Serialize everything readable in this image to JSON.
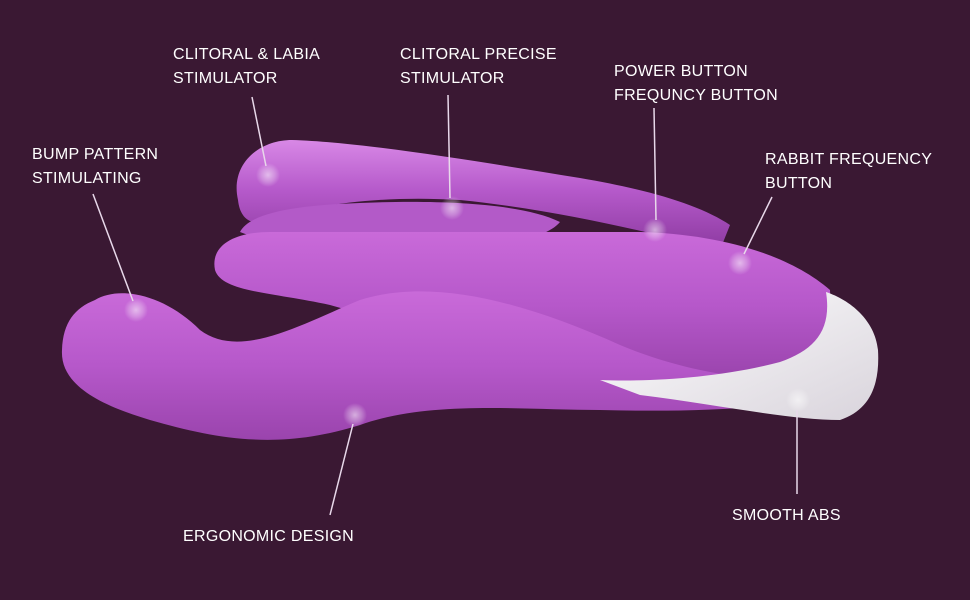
{
  "colors": {
    "background": "#3a1833",
    "product_purple": "#b85fcc",
    "product_highlight": "#d58be0",
    "base_white": "#ffffff",
    "label_text": "#ffffff",
    "pointer_line": "#e8d8ea"
  },
  "callouts": {
    "clitoral_labia": {
      "line1": "CLITORAL & LABIA",
      "line2": "STIMULATOR"
    },
    "clitoral_precise": {
      "line1": "CLITORAL PRECISE",
      "line2": "STIMULATOR"
    },
    "power_button": {
      "line1": "POWER BUTTON",
      "line2": "FREQUNCY BUTTON"
    },
    "bump_pattern": {
      "line1": "BUMP PATTERN",
      "line2": "STIMULATING"
    },
    "rabbit_frequency": {
      "line1": "RABBIT FREQUENCY",
      "line2": "BUTTON"
    },
    "ergonomic": {
      "line1": "ERGONOMIC DESIGN"
    },
    "smooth_abs": {
      "line1": "SMOOTH ABS"
    }
  }
}
